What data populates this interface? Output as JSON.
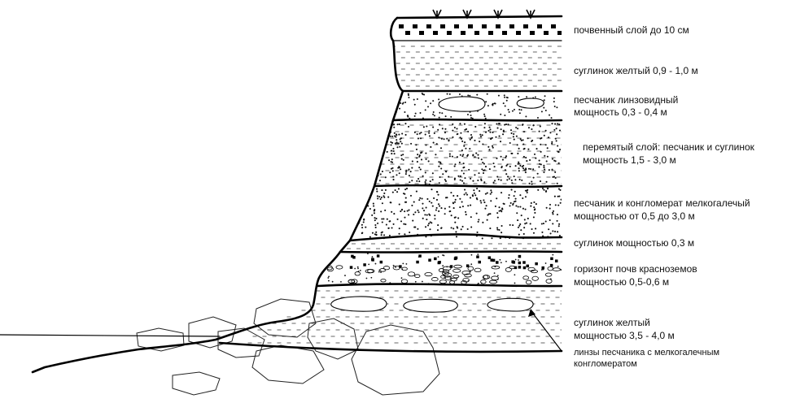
{
  "layers": [
    {
      "id": "soil",
      "label_lines": [
        "почвенный слой до 10 см"
      ]
    },
    {
      "id": "loam-yellow-upper",
      "label_lines": [
        "суглинок желтый 0,9 - 1,0 м"
      ]
    },
    {
      "id": "sandstone-lenticular",
      "label_lines": [
        "песчаник линзовидный",
        "мощность 0,3 - 0,4 м"
      ]
    },
    {
      "id": "disturbed",
      "label_lines": [
        "перемятый слой: песчаник и суглинок",
        "мощность 1,5 - 3,0 м"
      ]
    },
    {
      "id": "sandstone-conglomerate",
      "label_lines": [
        "песчаник и конгломерат мелкогалечый",
        "мощностью от 0,5 до 3,0 м"
      ]
    },
    {
      "id": "loam-thin",
      "label_lines": [
        "суглинок мощностью 0,3 м"
      ]
    },
    {
      "id": "paleosol",
      "label_lines": [
        "горизонт почв красноземов",
        "мощностью 0,5-0,6 м"
      ]
    },
    {
      "id": "loam-yellow-lower",
      "label_lines": [
        "суглинок желтый",
        "мощностью 3,5 - 4,0 м"
      ]
    }
  ],
  "callout": {
    "label_lines": [
      "линзы песчаника с мелкогалечным",
      "конгломератом"
    ]
  }
}
